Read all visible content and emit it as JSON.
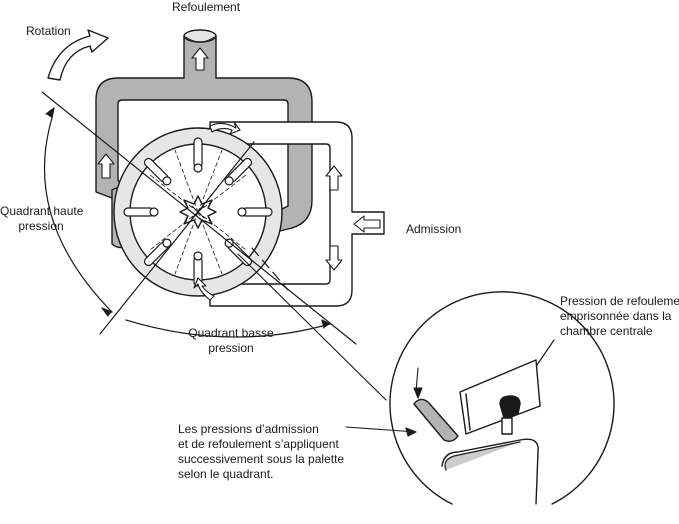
{
  "diagram": {
    "labels": {
      "rotation": "Rotation",
      "refoulement": "Refoulement",
      "admission": "Admission",
      "quadrant_haute_1": "Quadrant haute",
      "quadrant_haute_2": "pression",
      "quadrant_basse_1": "Quadrant basse",
      "quadrant_basse_2": "pression",
      "pression_centrale_1": "Pression de refoulement",
      "pression_centrale_2": "emprisonnée dans la",
      "pression_centrale_3": "chambre centrale",
      "pressions_palette_1": "Les pressions d’admission",
      "pressions_palette_2": "et de refoulement s’appliquent",
      "pressions_palette_3": "successivement sous la palette",
      "pressions_palette_4": "selon le quadrant."
    },
    "colors": {
      "stroke": "#1a1a1a",
      "fill_grey": "#b3b3b3",
      "fill_light": "#e6e6e6",
      "fill_white": "#ffffff"
    }
  }
}
